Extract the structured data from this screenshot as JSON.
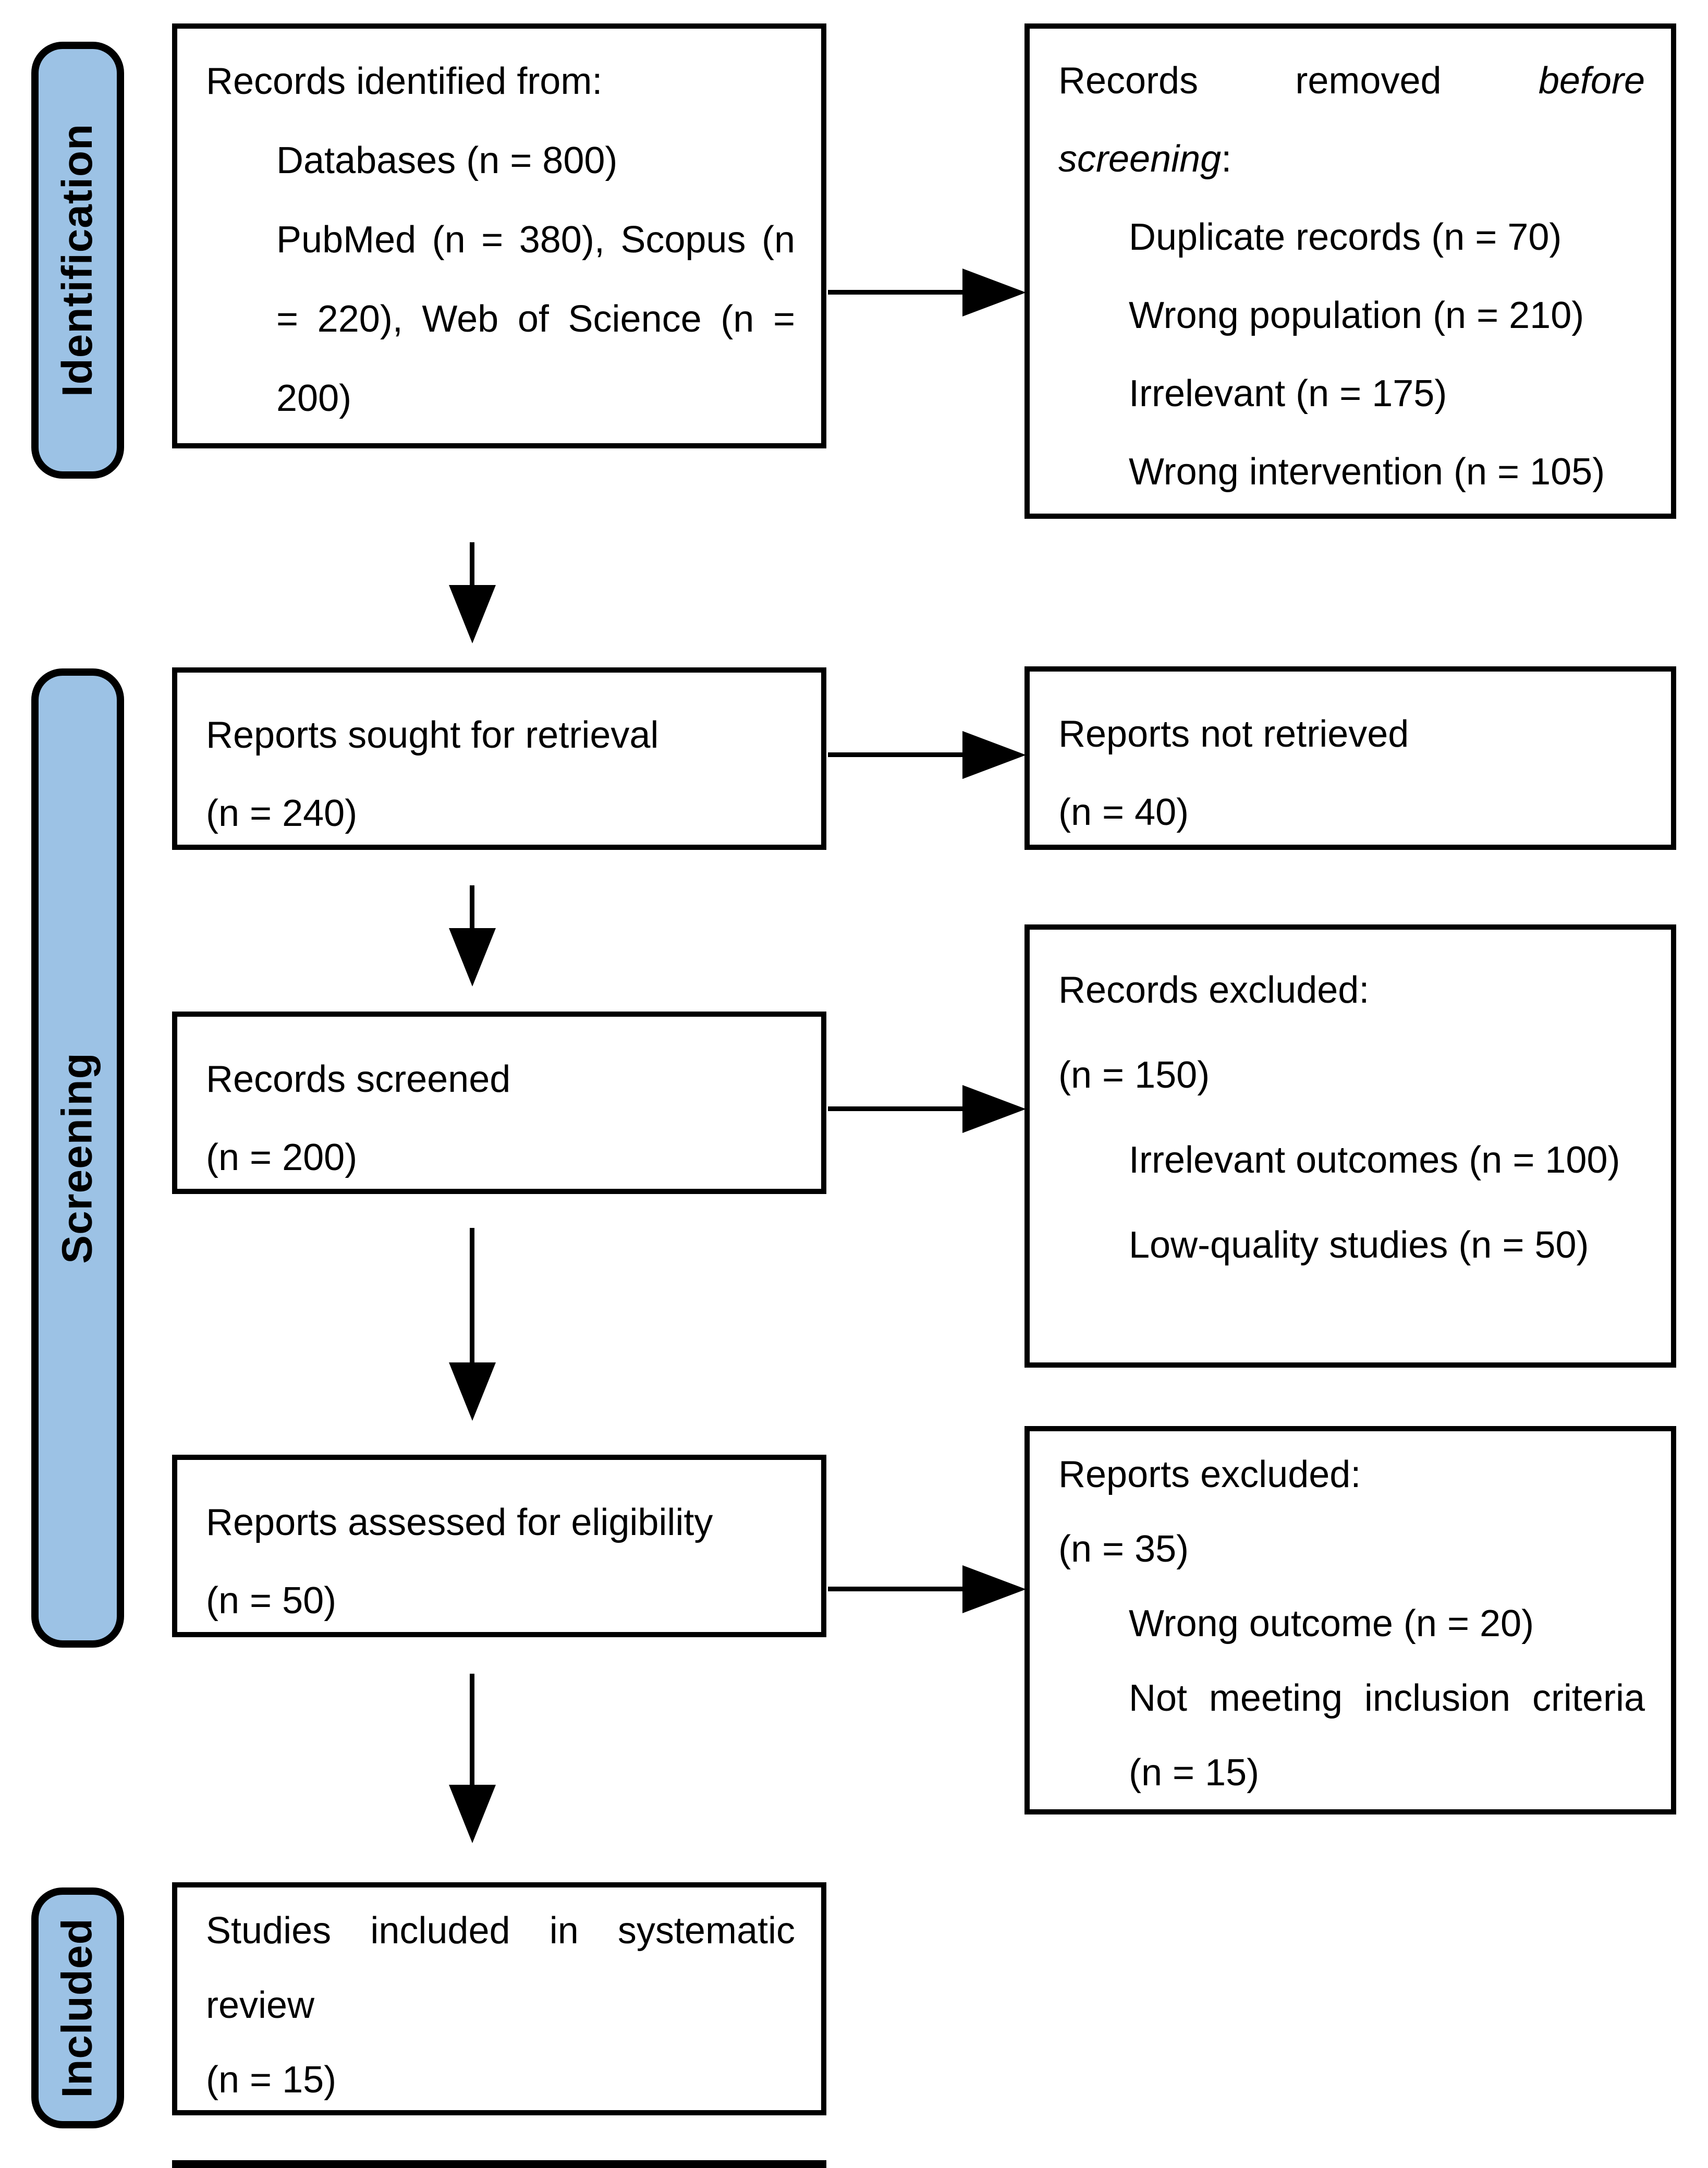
{
  "colors": {
    "stage_label_fill": "#9CC2E5",
    "ink": "#000000",
    "background": "#FFFFFF"
  },
  "sidebar": {
    "identification": "Identification",
    "screening": "Screening",
    "included": "Included"
  },
  "box_identified": {
    "l1": "Records identified from:",
    "l2": "Databases (n = 800)",
    "l3": "PubMed (n = 380), Scopus (n",
    "l4": "= 220), Web of Science (n =",
    "l5": "200)"
  },
  "box_removed": {
    "t1": "Records",
    "t2": "removed",
    "t3_italic": "before",
    "t4_italic": "screening",
    "t4_colon": ":",
    "i1": "Duplicate records (n = 70)",
    "i2": "Wrong population (n = 210)",
    "i3": "Irrelevant (n = 175)",
    "i4": "Wrong intervention (n = 105)"
  },
  "box_sought": {
    "l1": "Reports sought for retrieval",
    "l2": "(n = 240)"
  },
  "box_not_retrieved": {
    "l1": "Reports not retrieved",
    "l2": "(n = 40)"
  },
  "box_screened": {
    "l1": "Records screened",
    "l2": "(n = 200)"
  },
  "box_records_excluded": {
    "l1": "Records excluded:",
    "l2": "(n = 150)",
    "i1": "Irrelevant outcomes (n = 100)",
    "i2": "Low-quality studies (n = 50)"
  },
  "box_assessed": {
    "l1": "Reports assessed for eligibility",
    "l2": "(n = 50)"
  },
  "box_reports_excluded": {
    "l1": "Reports excluded:",
    "l2": "(n = 35)",
    "i1": "Wrong outcome (n = 20)",
    "i2": "Not meeting inclusion criteria",
    "i3": "(n = 15)"
  },
  "box_included": {
    "l1": "Studies included in systematic",
    "l2": "review",
    "l3": "(n = 15)"
  }
}
